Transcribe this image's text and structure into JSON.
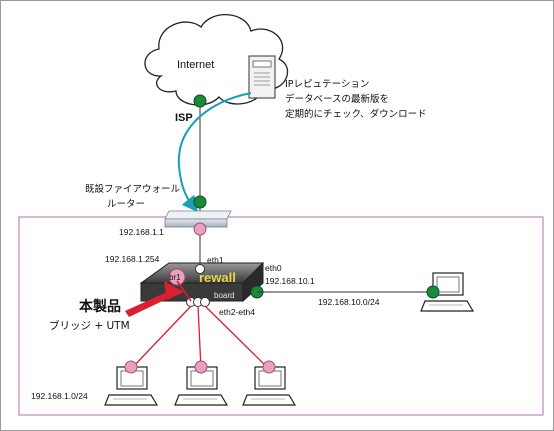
{
  "internet": {
    "label": "Internet"
  },
  "isp": {
    "label": "ISP"
  },
  "ip_reputation": {
    "lines": [
      "IPレピュテーション",
      "データベースの最新版を",
      "定期的にチェック、ダウンロード"
    ]
  },
  "router": {
    "lines": [
      "既設ファイアウォール",
      "ルーター"
    ],
    "ip": "192.168.1.1"
  },
  "firewall": {
    "ip_bridge": "192.168.1.254",
    "iface_eth1": "eth1",
    "iface_eth0": "eth0",
    "ip_eth0": "192.168.10.1",
    "iface_br": "br1",
    "iface_group": "eth2-eth4",
    "brand_text": "rewall",
    "port_text": "board"
  },
  "product": {
    "title": "本製品",
    "subtitle": "ブリッジ + UTM"
  },
  "networks": {
    "right": "192.168.10.0/24",
    "bottom": "192.168.1.0/24"
  },
  "colors": {
    "green_port": "#1a8a3a",
    "pink_port": "#e8a0c0",
    "red_link": "#dc1e32",
    "teal_arrow": "#1aa0b4",
    "purple_box": "#b070b0"
  }
}
